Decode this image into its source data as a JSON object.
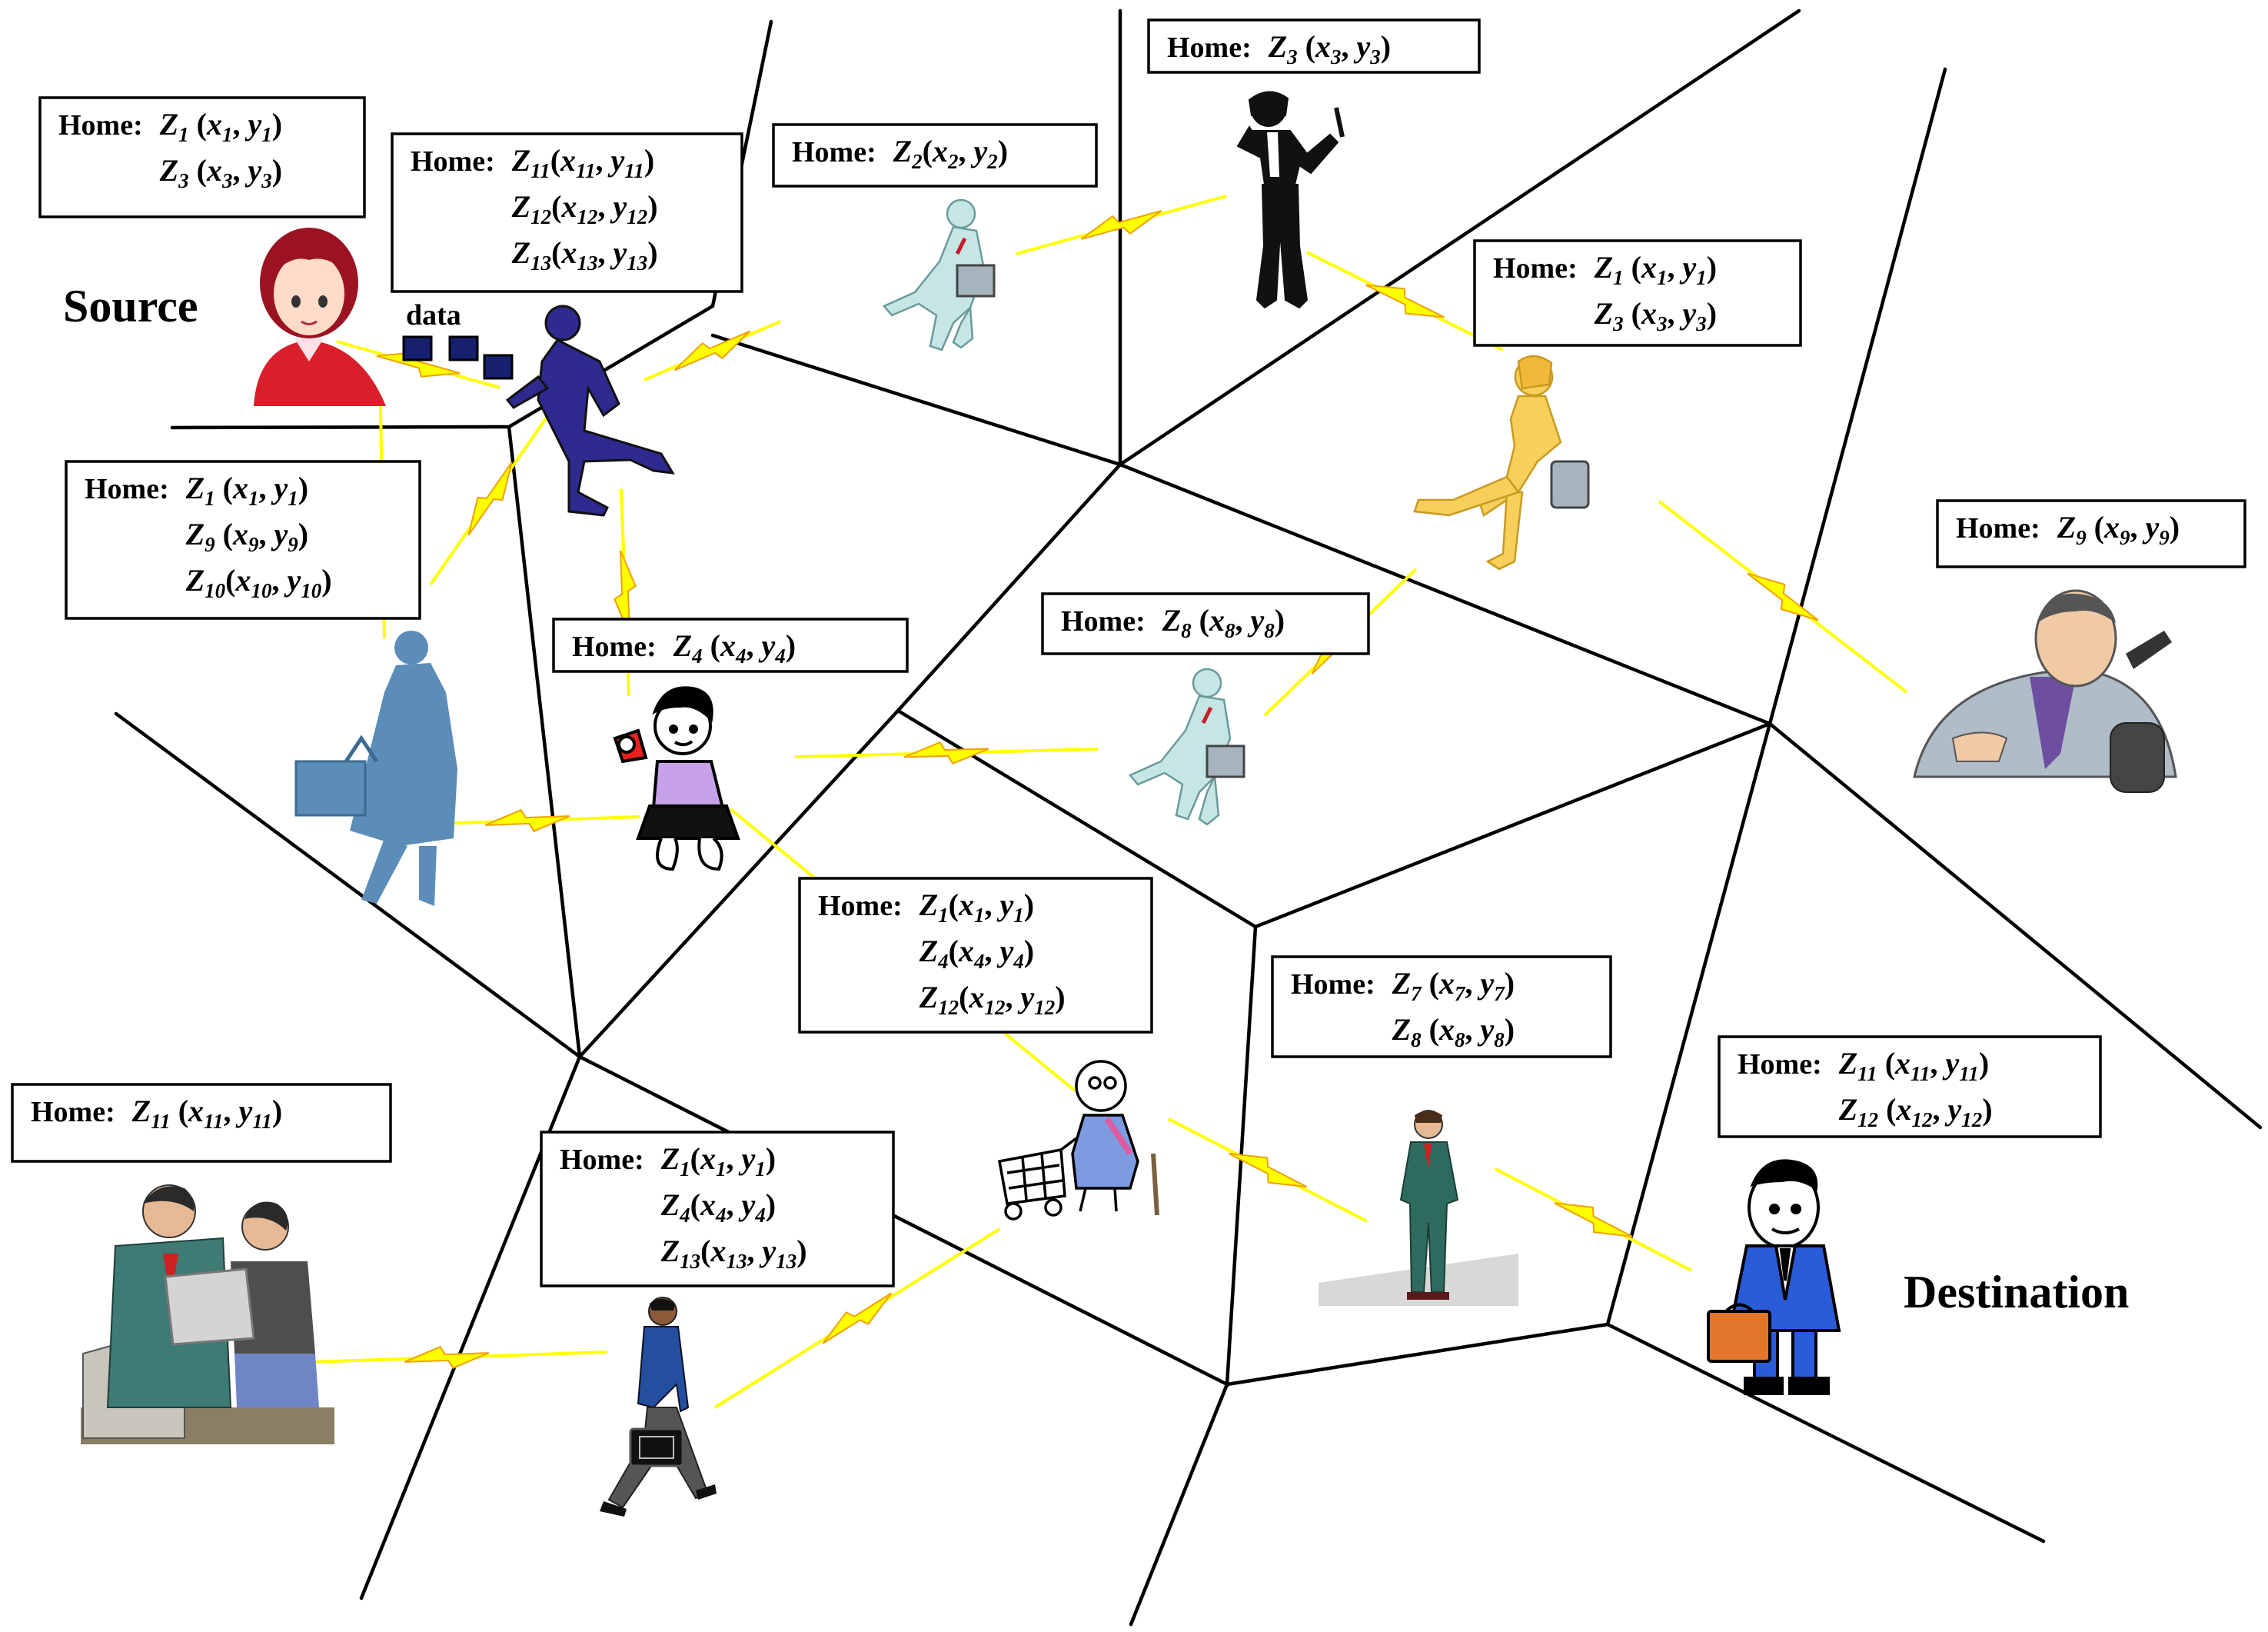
{
  "labels": {
    "source": "Source",
    "destination": "Destination",
    "data": "data"
  },
  "colors": {
    "link": "#ffff00",
    "bolt_edge": "#f2a000",
    "cell_lines": "#000000"
  },
  "icons": {
    "data_packets": "blue-square-icon",
    "link": "lightning-bolt-icon"
  },
  "nodes": [
    {
      "name": "node-source-girl",
      "icon": "girl-avatar-icon",
      "color": "#cc1f2a"
    },
    {
      "name": "node-running-man-navy",
      "icon": "running-man-silhouette-icon",
      "color": "#2e2a8f"
    },
    {
      "name": "node-running-man-teal-top",
      "icon": "running-man-briefcase-icon",
      "color": "#bfe3e3"
    },
    {
      "name": "node-woman-black-phone",
      "icon": "woman-phone-silhouette-icon",
      "color": "#111111"
    },
    {
      "name": "node-running-woman-yellow",
      "icon": "running-woman-briefcase-icon",
      "color": "#f7cf5a"
    },
    {
      "name": "node-man-at-desk-phone",
      "icon": "businessman-telephone-icon",
      "color": "#9aa7b4"
    },
    {
      "name": "node-woman-blue-coat",
      "icon": "woman-coat-briefcase-icon",
      "color": "#5b8db8"
    },
    {
      "name": "node-cartoon-woman-hairdryer",
      "icon": "cartoon-woman-hairdryer-icon",
      "color": "#c8a2e8"
    },
    {
      "name": "node-running-man-teal-mid",
      "icon": "running-man-briefcase-icon",
      "color": "#bfe3e3"
    },
    {
      "name": "node-old-woman-cart",
      "icon": "old-woman-cart-icon",
      "color": "#6f8fd6"
    },
    {
      "name": "node-man-mobile-phone",
      "icon": "man-mobile-phone-icon",
      "color": "#2f6a5f"
    },
    {
      "name": "node-destination-businessman",
      "icon": "cartoon-businessman-briefcase-icon",
      "color": "#2a5bd8"
    },
    {
      "name": "node-two-people-computer",
      "icon": "people-computer-icon",
      "color": "#3f7a74"
    },
    {
      "name": "node-walking-businessman",
      "icon": "walking-businessman-briefcase-icon",
      "color": "#234f9e"
    }
  ],
  "home_boxes": [
    {
      "home": "Home:",
      "lines": [
        {
          "z": "Z",
          "zsub": "1",
          "open": " (",
          "x": "x",
          "xsub": "1",
          "sep": ", ",
          "y": "y",
          "ysub": "1",
          "close": ")"
        },
        {
          "z": "Z",
          "zsub": "3",
          "open": " (",
          "x": "x",
          "xsub": "3",
          "sep": ", ",
          "y": "y",
          "ysub": "3",
          "close": ")"
        }
      ]
    },
    {
      "home": "Home:",
      "lines": [
        {
          "z": "Z",
          "zsub": "11",
          "open": "(",
          "x": "x",
          "xsub": "11",
          "sep": ", ",
          "y": "y",
          "ysub": "11",
          "close": ")"
        },
        {
          "z": "Z",
          "zsub": "12",
          "open": "(",
          "x": "x",
          "xsub": "12",
          "sep": ", ",
          "y": "y",
          "ysub": "12",
          "close": ")"
        },
        {
          "z": "Z",
          "zsub": "13",
          "open": "(",
          "x": "x",
          "xsub": "13",
          "sep": ", ",
          "y": "y",
          "ysub": "13",
          "close": ")"
        }
      ]
    },
    {
      "home": "Home:",
      "lines": [
        {
          "z": "Z",
          "zsub": "2",
          "open": "(",
          "x": "x",
          "xsub": "2",
          "sep": ", ",
          "y": "y",
          "ysub": "2",
          "close": ")"
        }
      ]
    },
    {
      "home": "Home:",
      "lines": [
        {
          "z": "Z",
          "zsub": "3",
          "open": " (",
          "x": "x",
          "xsub": "3",
          "sep": ", ",
          "y": "y",
          "ysub": "3",
          "close": ")"
        }
      ]
    },
    {
      "home": "Home:",
      "lines": [
        {
          "z": "Z",
          "zsub": "1",
          "open": " (",
          "x": "x",
          "xsub": "1",
          "sep": ", ",
          "y": "y",
          "ysub": "1",
          "close": ")"
        },
        {
          "z": "Z",
          "zsub": "3",
          "open": " (",
          "x": "x",
          "xsub": "3",
          "sep": ", ",
          "y": "y",
          "ysub": "3",
          "close": ")"
        }
      ]
    },
    {
      "home": "Home:",
      "lines": [
        {
          "z": "Z",
          "zsub": "1",
          "open": " (",
          "x": "x",
          "xsub": "1",
          "sep": ", ",
          "y": "y",
          "ysub": "1",
          "close": ")"
        },
        {
          "z": "Z",
          "zsub": "9",
          "open": " (",
          "x": "x",
          "xsub": "9",
          "sep": ", ",
          "y": "y",
          "ysub": "9",
          "close": ")"
        },
        {
          "z": "Z",
          "zsub": "10",
          "open": "(",
          "x": "x",
          "xsub": "10",
          "sep": ", ",
          "y": "y",
          "ysub": "10",
          "close": ")"
        }
      ]
    },
    {
      "home": "Home:",
      "lines": [
        {
          "z": "Z",
          "zsub": "4",
          "open": " (",
          "x": "x",
          "xsub": "4",
          "sep": ", ",
          "y": "y",
          "ysub": "4",
          "close": ")"
        }
      ]
    },
    {
      "home": "Home:",
      "lines": [
        {
          "z": "Z",
          "zsub": "8",
          "open": " (",
          "x": "x",
          "xsub": "8",
          "sep": ", ",
          "y": "y",
          "ysub": "8",
          "close": ")"
        }
      ]
    },
    {
      "home": "Home:",
      "lines": [
        {
          "z": "Z",
          "zsub": "9",
          "open": " (",
          "x": "x",
          "xsub": "9",
          "sep": ", ",
          "y": "y",
          "ysub": "9",
          "close": ")"
        }
      ]
    },
    {
      "home": "Home:",
      "lines": [
        {
          "z": "Z",
          "zsub": "1",
          "open": "(",
          "x": "x",
          "xsub": "1",
          "sep": ", ",
          "y": "y",
          "ysub": "1",
          "close": ")"
        },
        {
          "z": "Z",
          "zsub": "4",
          "open": "(",
          "x": "x",
          "xsub": "4",
          "sep": ", ",
          "y": "y",
          "ysub": "4",
          "close": ")"
        },
        {
          "z": "Z",
          "zsub": "12",
          "open": "(",
          "x": "x",
          "xsub": "12",
          "sep": ", ",
          "y": "y",
          "ysub": "12",
          "close": ")"
        }
      ]
    },
    {
      "home": "Home:",
      "lines": [
        {
          "z": "Z",
          "zsub": "7",
          "open": " (",
          "x": "x",
          "xsub": "7",
          "sep": ", ",
          "y": "y",
          "ysub": "7",
          "close": ")"
        },
        {
          "z": "Z",
          "zsub": "8",
          "open": " (",
          "x": "x",
          "xsub": "8",
          "sep": ", ",
          "y": "y",
          "ysub": "8",
          "close": ")"
        }
      ]
    },
    {
      "home": "Home:",
      "lines": [
        {
          "z": "Z",
          "zsub": "11",
          "open": " (",
          "x": "x",
          "xsub": "11",
          "sep": ", ",
          "y": "y",
          "ysub": "11",
          "close": ")"
        },
        {
          "z": "Z",
          "zsub": "12",
          "open": " (",
          "x": "x",
          "xsub": "12",
          "sep": ", ",
          "y": "y",
          "ysub": "12",
          "close": ")"
        }
      ]
    },
    {
      "home": "Home:",
      "lines": [
        {
          "z": "Z",
          "zsub": "11",
          "open": " (",
          "x": "x",
          "xsub": "11",
          "sep": ", ",
          "y": "y",
          "ysub": "11",
          "close": ")"
        }
      ]
    },
    {
      "home": "Home:",
      "lines": [
        {
          "z": "Z",
          "zsub": "1",
          "open": "(",
          "x": "x",
          "xsub": "1",
          "sep": ", ",
          "y": "y",
          "ysub": "1",
          "close": ")"
        },
        {
          "z": "Z",
          "zsub": "4",
          "open": "(",
          "x": "x",
          "xsub": "4",
          "sep": ", ",
          "y": "y",
          "ysub": "4",
          "close": ")"
        },
        {
          "z": "Z",
          "zsub": "13",
          "open": "(",
          "x": "x",
          "xsub": "13",
          "sep": ", ",
          "y": "y",
          "ysub": "13",
          "close": ")"
        }
      ]
    }
  ]
}
